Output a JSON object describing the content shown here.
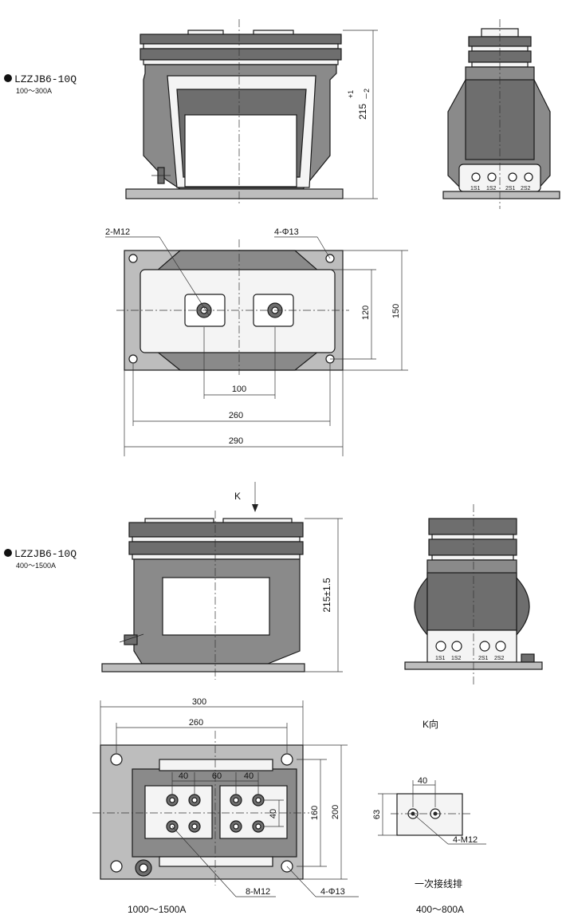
{
  "model_top": {
    "name": "LZZJB6-10Q",
    "range": "100～300A",
    "height_dim": "215",
    "height_tol_plus": "+1",
    "height_tol_minus": "－2",
    "holes_top_right": "4-Φ13",
    "studs": "2-M12",
    "dim_120": "120",
    "dim_150": "150",
    "dim_100": "100",
    "dim_260": "260",
    "dim_290": "290",
    "terminals": [
      "1S1",
      "1S2",
      "2S1",
      "2S2"
    ]
  },
  "model_bottom": {
    "name": "LZZJB6-10Q",
    "range": "400～1500A",
    "view_arrow": "K",
    "height_dim": "215±1.5",
    "dim_300": "300",
    "dim_260": "260",
    "dim_40a": "40",
    "dim_60": "60",
    "dim_40b": "40",
    "dim_40v": "40",
    "dim_160": "160",
    "dim_200": "200",
    "studs": "8-M12",
    "holes": "4-Φ13",
    "caption_left": "1000～1500A",
    "terminals": [
      "1S1",
      "1S2",
      "2S1",
      "2S2"
    ]
  },
  "k_view": {
    "title": "K向",
    "dim_40": "40",
    "dim_63": "63",
    "studs": "4-M12",
    "caption": "一次接线排",
    "range": "400～800A"
  }
}
